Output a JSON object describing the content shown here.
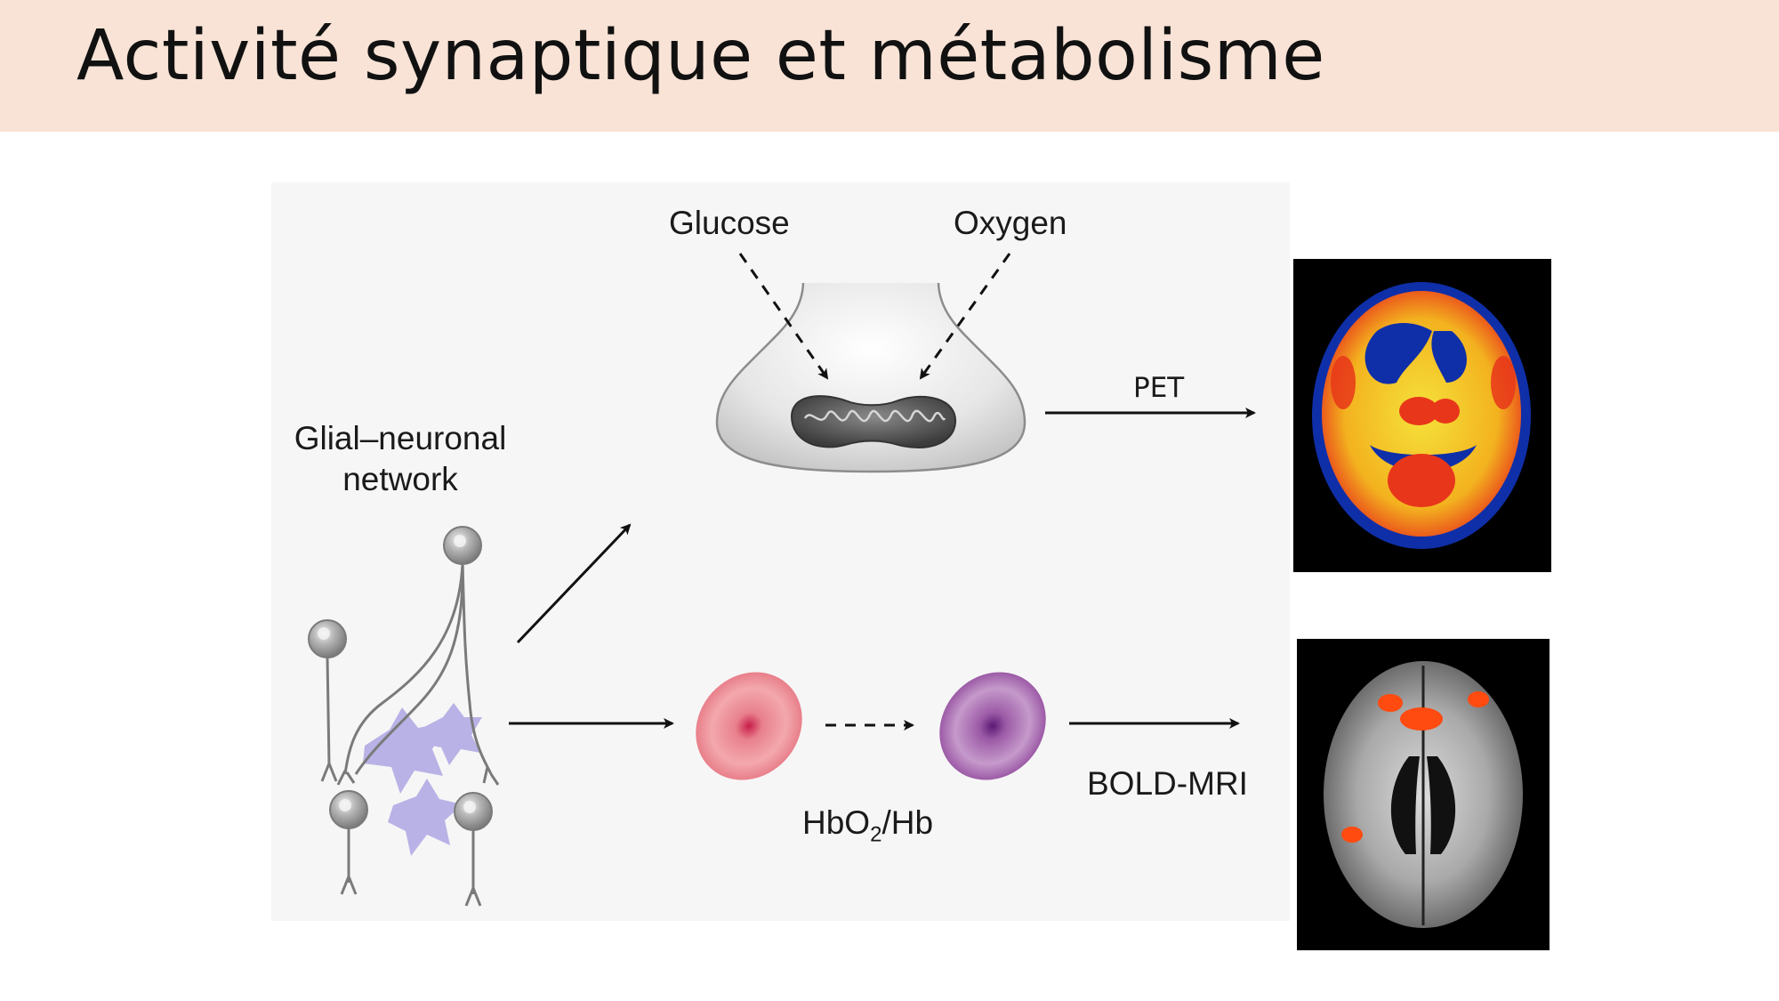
{
  "slide": {
    "title": "Activité synaptique et métabolisme"
  },
  "diagram": {
    "glucose_label": "Glucose",
    "oxygen_label": "Oxygen",
    "network_label_line1": "Glial–neuronal",
    "network_label_line2": "network",
    "pet_label": "PET",
    "bold_label": "BOLD-MRI",
    "hb_label_main": "HbO",
    "hb_label_sub": "2",
    "hb_label_tail": "/Hb"
  },
  "colors": {
    "title_bar": "#f8e3d6",
    "oxy_cell": "#e8828c",
    "deoxy_cell": "#9c5aa6",
    "glia": "#b9b2e6",
    "neuron": "#9a9a9a",
    "pet_hot": "#e8361a",
    "pet_warm": "#f5e23a",
    "pet_cold": "#0f2fa8",
    "mri_activation": "#ff4a10"
  },
  "icons": [
    "neuron-icon",
    "glia-cell-icon",
    "mitochondrion-icon",
    "red-blood-cell-icon",
    "arrow-icon"
  ]
}
